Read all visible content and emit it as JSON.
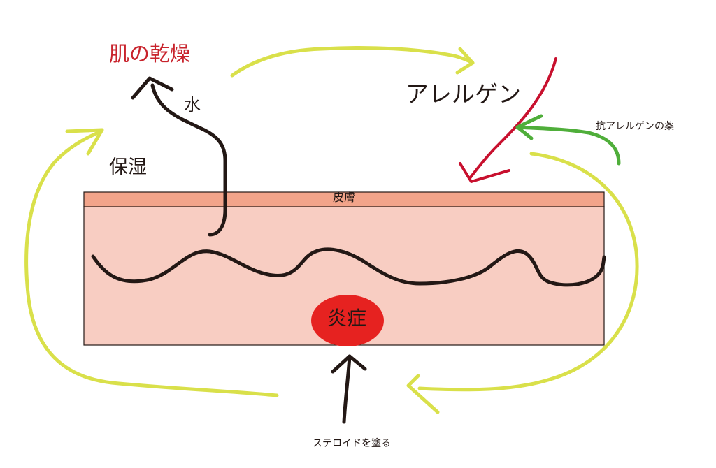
{
  "labels": {
    "dry_skin": "肌の乾燥",
    "water": "水",
    "moisturizing": "保湿",
    "allergen": "アレルゲン",
    "antiallergen_medicine": "抗アレルゲンの薬",
    "skin": "皮膚",
    "inflammation": "炎症",
    "apply_steroid": "ステロイドを塗る"
  },
  "colors": {
    "dry_skin_text": "#c8232c",
    "label_text": "#231815",
    "skin_surface": "#f2a48a",
    "skin_body": "#f8cdc2",
    "skin_border": "#231815",
    "moisture_barrier": "#3b4596",
    "water_arrow": "#231815",
    "dermis_line": "#231815",
    "allergen_arrow": "#c8102e",
    "medicine_arrow": "#4fae3a",
    "inflammation": "#e62220",
    "cycle_arrows": "#d9e04a",
    "steroid_arrow": "#231815"
  },
  "icons": {
    "water_arrow": "arrow-up-icon",
    "allergen_arrow": "arrow-down-left-icon",
    "medicine_arrow": "arrow-left-icon",
    "steroid_arrow": "arrow-up-icon"
  }
}
